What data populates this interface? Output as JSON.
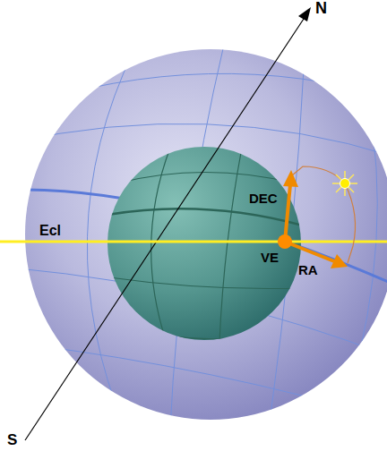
{
  "diagram": {
    "labels": [
      "N",
      "S",
      "Ecl",
      "DEC",
      "VE",
      "RA"
    ]
  }
}
